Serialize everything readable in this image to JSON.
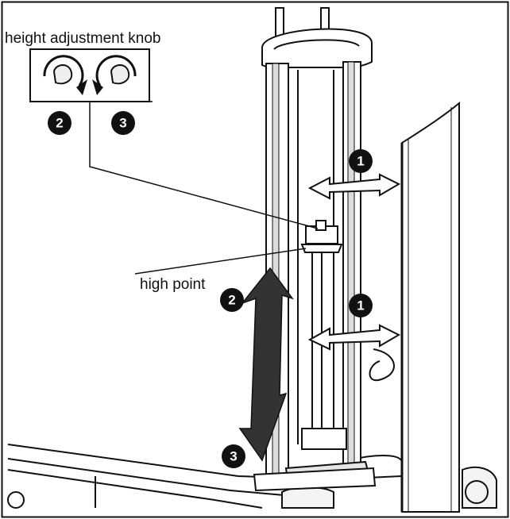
{
  "knob_label": "height adjustment knob",
  "high_point_label": "high point",
  "badges": {
    "knob_left": "2",
    "knob_right": "3",
    "panel_upper": "1",
    "panel_lower": "1",
    "height_up": "2",
    "height_down": "3"
  },
  "icons": {
    "knob_left": "clockwise-turn-hand-icon",
    "knob_right": "counterclockwise-turn-hand-icon"
  },
  "colors": {
    "line": "#111111",
    "background": "#ffffff",
    "badge_fill": "#111111",
    "badge_text": "#ffffff"
  }
}
